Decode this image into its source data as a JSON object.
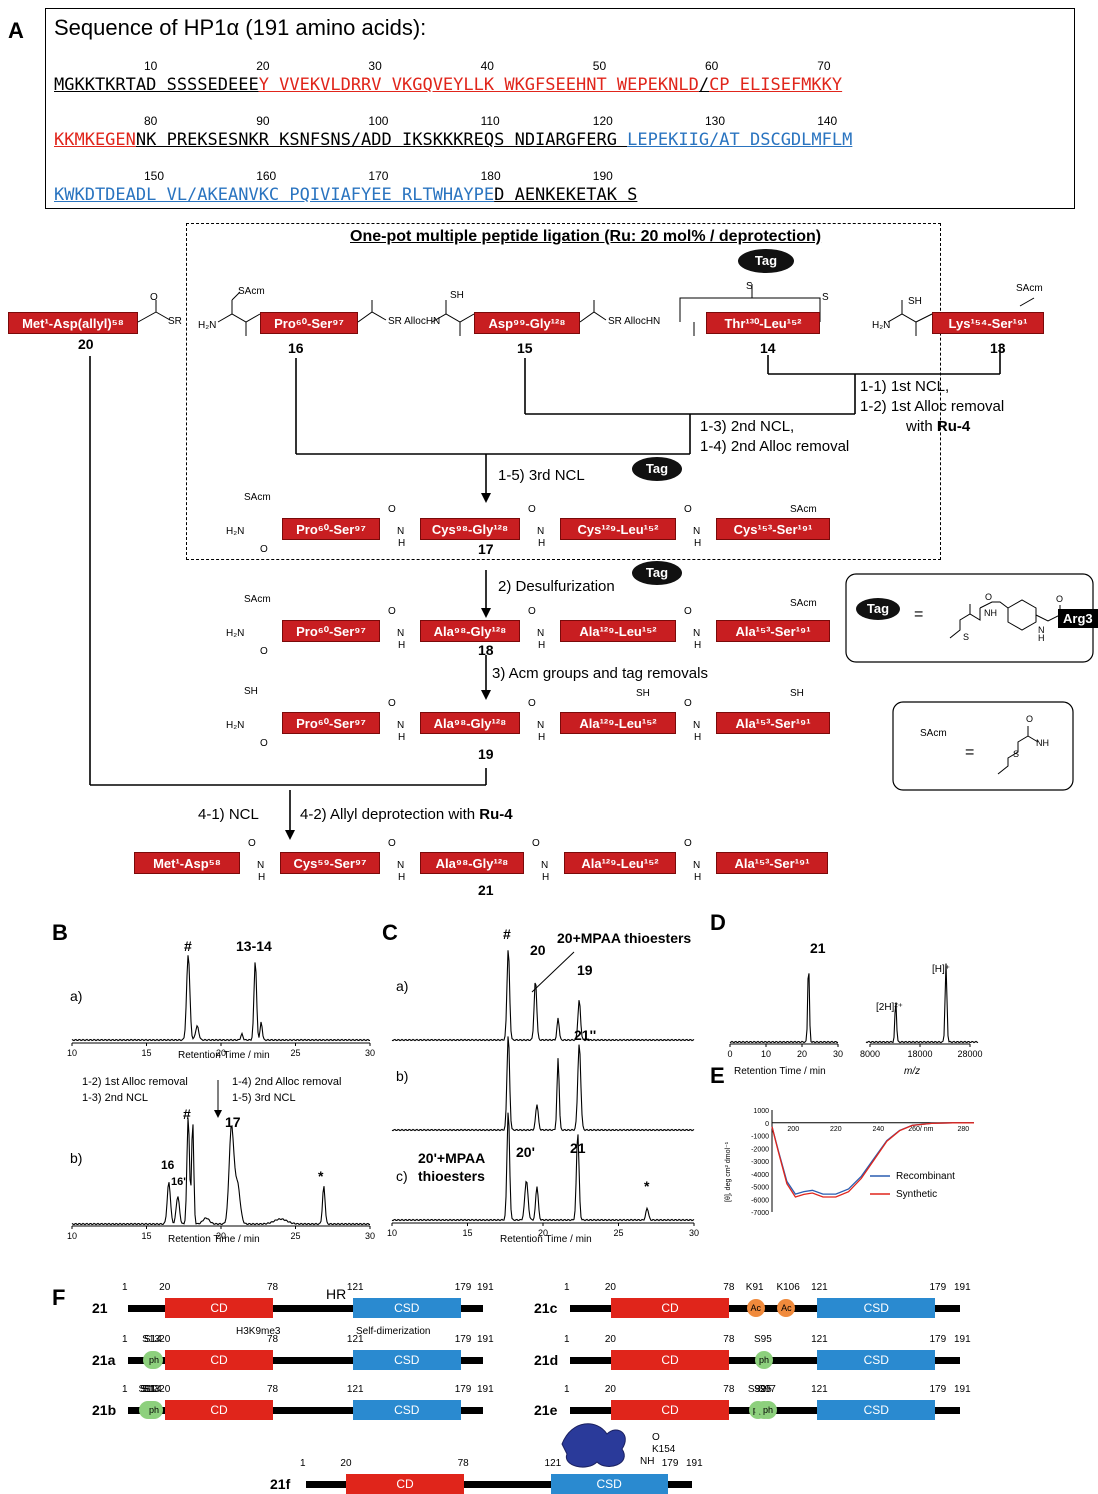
{
  "panelA": {
    "letter": "A",
    "title": "Sequence of HP1α (191 amino acids):",
    "line1": {
      "nums": [
        "10",
        "20",
        "30",
        "40",
        "50",
        "60",
        "70"
      ],
      "segs": [
        [
          "MGKKTKRTAD SSSSEDEEE",
          "k"
        ],
        [
          "Y VVEKVLDRRV VKGQVEYLLK WKGFSEEHNT WEPEKNLD",
          "r"
        ],
        [
          "/",
          "k"
        ],
        [
          "CP ELISEFMKKY",
          "r"
        ]
      ]
    },
    "line2": {
      "nums": [
        "80",
        "90",
        "100",
        "110",
        "120",
        "130",
        "140"
      ],
      "segs": [
        [
          "KKMKEGEN",
          "r"
        ],
        [
          "NK PREKSESNKR KSNFSNS/ADD IKSKKKREQS NDIARGFERG ",
          "k"
        ],
        [
          "LEPEKIIG/AT DSCGDLMFLM",
          "b"
        ]
      ]
    },
    "line3": {
      "nums": [
        "150",
        "160",
        "170",
        "180",
        "190"
      ],
      "segs": [
        [
          "KWKDTDEADL VL/AKEANVKC PQIVIAFYEE RLTWHAYPE",
          "b"
        ],
        [
          "D AENKEKETAK S",
          "k"
        ]
      ]
    }
  },
  "scheme": {
    "box_title": "One-pot multiple peptide ligation (Ru: 20 mol% / deprotection)",
    "frag20": "Met¹-Asp(allyl)⁵⁸",
    "frag16": "Pro⁶⁰-Ser⁹⁷",
    "frag15": "Asp⁹⁹-Gly¹²⁸",
    "frag14": "Thr¹³⁰-Leu¹⁵²",
    "frag13": "Lys¹⁵⁴-Ser¹⁹¹",
    "c20": "20",
    "c16": "16",
    "c15": "15",
    "c14": "14",
    "c13": "13",
    "c17": "17",
    "c18": "18",
    "c19": "19",
    "c21": "21",
    "step11": "1-1) 1st NCL,",
    "step12a": "1-2) 1st Alloc removal",
    "step12b": "with",
    "ru4": "Ru-4",
    "step13": "1-3) 2nd NCL,",
    "step14": "1-4) 2nd Alloc removal",
    "step15": "1-5) 3rd NCL",
    "step2": "2) Desulfurization",
    "step3": "3) Acm groups and tag removals",
    "step41": "4-1) NCL",
    "step42": "4-2) Allyl deprotection with",
    "p17": [
      "Pro⁶⁰-Ser⁹⁷",
      "Cys⁹⁸-Gly¹²⁸",
      "Cys¹²⁹-Leu¹⁵²",
      "Cys¹⁵³-Ser¹⁹¹"
    ],
    "p18": [
      "Pro⁶⁰-Ser⁹⁷",
      "Ala⁹⁸-Gly¹²⁸",
      "Ala¹²⁹-Leu¹⁵²",
      "Ala¹⁵³-Ser¹⁹¹"
    ],
    "p19": [
      "Pro⁶⁰-Ser⁹⁷",
      "Ala⁹⁸-Gly¹²⁸",
      "Ala¹²⁹-Leu¹⁵²",
      "Ala¹⁵³-Ser¹⁹¹"
    ],
    "p21": [
      "Met¹-Asp⁵⁸",
      "Cys⁵⁹-Ser⁹⁷",
      "Ala⁹⁸-Gly¹²⁸",
      "Ala¹²⁹-Leu¹⁵²",
      "Ala¹⁵³-Ser¹⁹¹"
    ],
    "tag": "Tag",
    "arg3": "Arg3",
    "sacm": "SAcm",
    "sh": "SH",
    "sr": "SR",
    "h2n": "H₂N",
    "alloc": "AllocHN",
    "eq": "="
  },
  "panelB": {
    "letter": "B",
    "a": "a)",
    "b": "b)",
    "hash": "#",
    "p1314": "13-14",
    "p16": "16",
    "p16p": "16'",
    "p17": "17",
    "star": "*",
    "xlabel": "Retention Time / min",
    "ticks": [
      "10",
      "15",
      "20",
      "25",
      "30"
    ],
    "mid1": "1-2) 1st Alloc removal",
    "mid2": "1-3) 2nd NCL",
    "mid3": "1-4) 2nd Alloc removal",
    "mid4": "1-5) 3rd NCL"
  },
  "panelC": {
    "letter": "C",
    "a": "a)",
    "b": "b)",
    "c": "c)",
    "hash": "#",
    "p20": "20",
    "p20mpaa": "20+MPAA thioesters",
    "p19": "19",
    "p21pp": "21''",
    "p21": "21",
    "p20p": "20'",
    "p20pmpaa1": "20'+MPAA",
    "p20pmpaa2": "thioesters",
    "star": "*",
    "xlabel": "Retention Time / min",
    "ticks": [
      "10",
      "15",
      "20",
      "25",
      "30"
    ]
  },
  "panelD": {
    "letter": "D",
    "p21": "21",
    "xlabel": "Retention Time / min",
    "mz": "m/z",
    "ticks1": [
      "0",
      "10",
      "20",
      "30"
    ],
    "ticks2": [
      "8000",
      "18000",
      "28000"
    ],
    "h2": "[2H]²⁺",
    "h1": "[H]⁺"
  },
  "panelE": {
    "letter": "E",
    "ylabel": "[θ], deg cm² dmol⁻¹",
    "xticks": [
      "200",
      "220",
      "240",
      "260/ nm",
      "280"
    ],
    "yticks": [
      "1000",
      "0",
      "-1000",
      "-2000",
      "-3000",
      "-4000",
      "-5000",
      "-6000",
      "-7000"
    ],
    "legend1": "Recombinant",
    "legend2": "Synthetic",
    "color1": "#2a5db0",
    "color2": "#e0251b"
  },
  "panelF": {
    "letter": "F",
    "cd": "CD",
    "csd": "CSD",
    "hr": "HR",
    "h3k9": "H3K9me3",
    "selfdim": "Self-dimerization",
    "n1": "1",
    "n20": "20",
    "n78": "78",
    "n121": "121",
    "n179": "179",
    "n191": "191",
    "c21": "21",
    "c21a": "21a",
    "c21b": "21b",
    "c21c": "21c",
    "c21d": "21d",
    "c21e": "21e",
    "c21f": "21f",
    "ph": "ph",
    "ac": "Ac",
    "S11": "S11",
    "S12": "S12",
    "S13": "S13",
    "S14": "S14",
    "K91": "K91",
    "K106": "K106",
    "S92": "S92",
    "S95": "S95",
    "S97": "S97",
    "K154": "K154",
    "nh": "NH",
    "o": "O"
  }
}
